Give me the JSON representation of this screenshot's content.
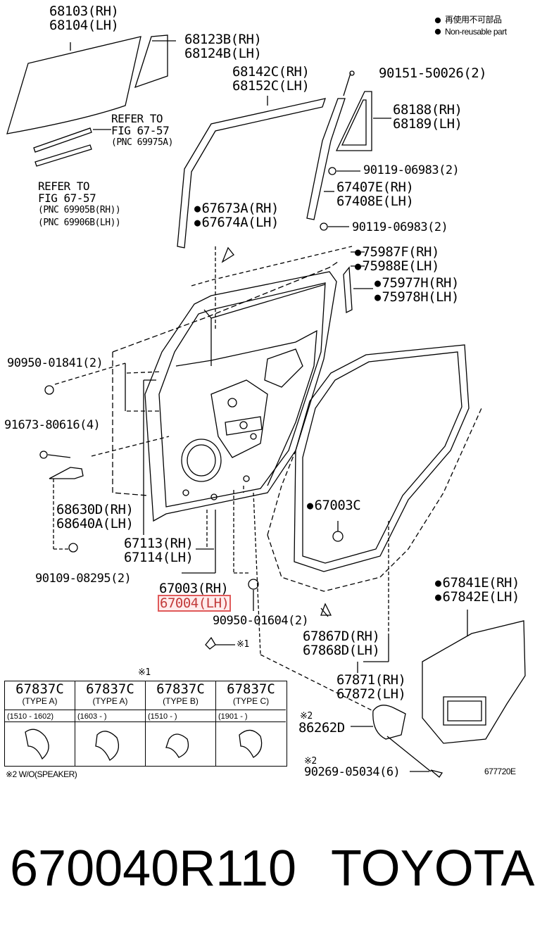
{
  "legend": {
    "line1": "再使用不可部品",
    "line2": "Non-reusable part"
  },
  "labels": {
    "p68103": "68103(RH)",
    "p68104": "68104(LH)",
    "p68123": "68123B(RH)",
    "p68124": "68124B(LH)",
    "p68142": "68142C(RH)",
    "p68152": "68152C(LH)",
    "p90151": "90151-50026(2)",
    "p68188": "68188(RH)",
    "p68189": "68189(LH)",
    "ref1a": "REFER TO",
    "ref1b": "FIG 67-57",
    "ref1c": "(PNC 69975A)",
    "ref2a": "REFER TO",
    "ref2b": "FIG 67-57",
    "ref2c": "(PNC 69905B(RH))",
    "ref2d": "(PNC 69906B(LH))",
    "p90119a": "90119-06983(2)",
    "p67407": "67407E(RH)",
    "p67408": "67408E(LH)",
    "p67673": "67673A(RH)",
    "p67674": "67674A(LH)",
    "p90119b": "90119-06983(2)",
    "p75987": "75987F(RH)",
    "p75988": "75988E(LH)",
    "p75977": "75977H(RH)",
    "p75978": "75978H(LH)",
    "p90950a": "90950-01841(2)",
    "p91673": "91673-80616(4)",
    "p68630": "68630D(RH)",
    "p68640": "68640A(LH)",
    "p67003c": "67003C",
    "p67113": "67113(RH)",
    "p67114": "67114(LH)",
    "p90109": "90109-08295(2)",
    "p67003": "67003(RH)",
    "p67004": "67004(LH)",
    "p90950b": "90950-01604(2)",
    "p67841": "67841E(RH)",
    "p67842": "67842E(LH)",
    "x1a": "※1",
    "p67867": "67867D(RH)",
    "p67868": "67868D(LH)",
    "x1b": "※1",
    "p67871": "67871(RH)",
    "p67872": "67872(LH)",
    "x2a": "※2",
    "p86262": "86262D",
    "x2b": "※2",
    "p90269": "90269-05034(6)",
    "note": "※2 W/O(SPEAKER)",
    "figno": "677720E"
  },
  "clip_table": [
    {
      "part": "67837C",
      "type": "(TYPE A)",
      "range": "(1510 - 1602)"
    },
    {
      "part": "67837C",
      "type": "(TYPE A)",
      "range": "(1603 -       )"
    },
    {
      "part": "67837C",
      "type": "(TYPE B)",
      "range": "(1510 -       )"
    },
    {
      "part": "67837C",
      "type": "(TYPE C)",
      "range": "(1901 -       )"
    }
  ],
  "footer": {
    "part_number": "670040R110",
    "brand": "TOYOTA"
  },
  "colors": {
    "highlight": "#e05a5a",
    "ink": "#000000"
  }
}
